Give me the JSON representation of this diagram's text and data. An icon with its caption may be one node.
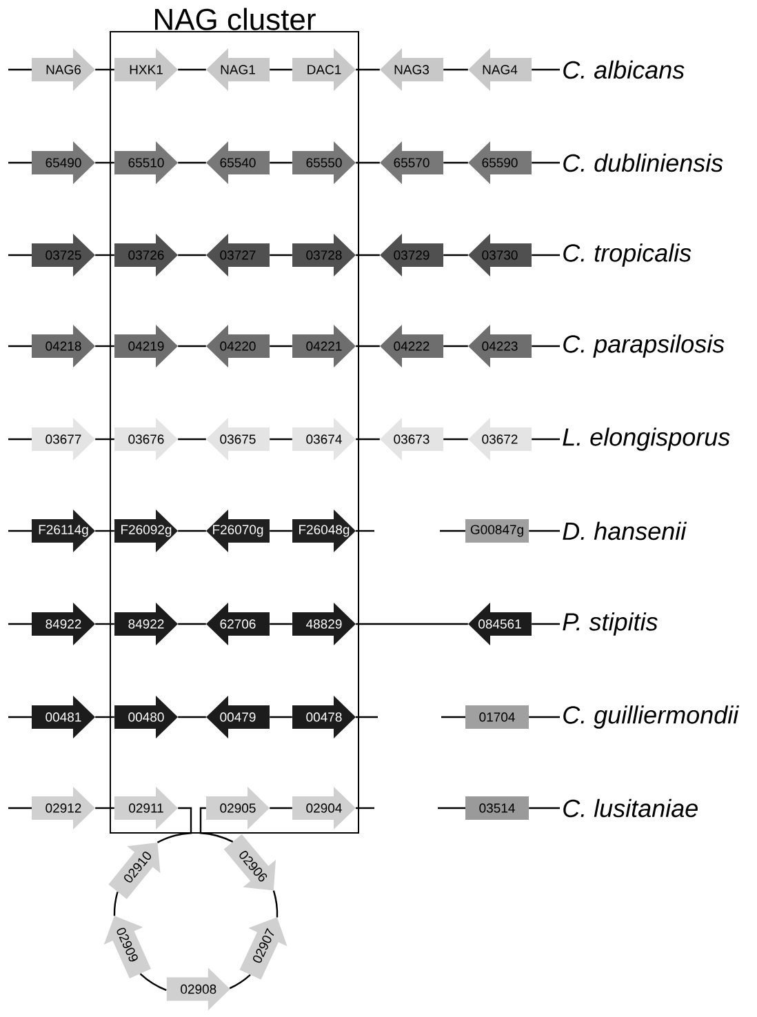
{
  "diagram": {
    "nodes": [
      {
        "text": [
          "NAG cluster"
        ]
      },
      {
        "text": [
          "NAG6"
        ]
      },
      {
        "text": [
          "HXK1"
        ],
        "in": 0
      },
      {
        "text": [
          "NAG1"
        ],
        "in": 0
      },
      {
        "text": [
          "DAC1"
        ],
        "in": 0
      },
      {
        "text": [
          "NAG3"
        ]
      },
      {
        "text": [
          "NAG4"
        ]
      },
      {
        "text": [
          "65490"
        ]
      },
      {
        "text": [
          "65510"
        ],
        "in": 0
      },
      {
        "text": [
          "65540"
        ],
        "in": 0
      },
      {
        "text": [
          "65550"
        ],
        "in": 0
      },
      {
        "text": [
          "65570"
        ]
      },
      {
        "text": [
          "65590"
        ]
      },
      {
        "text": [
          "03725"
        ]
      },
      {
        "text": [
          "03726"
        ],
        "in": 0
      },
      {
        "text": [
          "03727"
        ],
        "in": 0
      },
      {
        "text": [
          "03728"
        ],
        "in": 0
      },
      {
        "text": [
          "03729"
        ]
      },
      {
        "text": [
          "03730"
        ]
      },
      {
        "text": [
          "04218"
        ]
      },
      {
        "text": [
          "04219"
        ],
        "in": 0
      },
      {
        "text": [
          "04220"
        ],
        "in": 0
      },
      {
        "text": [
          "04221"
        ],
        "in": 0
      },
      {
        "text": [
          "04222"
        ]
      },
      {
        "text": [
          "04223"
        ]
      },
      {
        "text": [
          "03677"
        ]
      },
      {
        "text": [
          "03676"
        ],
        "in": 0
      },
      {
        "text": [
          "03675"
        ],
        "in": 0
      },
      {
        "text": [
          "03674"
        ],
        "in": 0
      },
      {
        "text": [
          "03673"
        ]
      },
      {
        "text": [
          "03672"
        ]
      },
      {
        "text": [
          "F26114g"
        ]
      },
      {
        "text": [
          "F26092g"
        ],
        "in": 0
      },
      {
        "text": [
          "F26070g"
        ],
        "in": 0
      },
      {
        "text": [
          "F26048g"
        ],
        "in": 0
      },
      {
        "text": [
          "G00847g"
        ]
      },
      {
        "text": [
          "84922"
        ]
      },
      {
        "text": [
          "84922"
        ],
        "in": 0
      },
      {
        "text": [
          "62706"
        ],
        "in": 0
      },
      {
        "text": [
          "48829"
        ],
        "in": 0
      },
      {
        "text": [
          "084561"
        ]
      },
      {
        "text": [
          "00481"
        ]
      },
      {
        "text": [
          "00480"
        ],
        "in": 0
      },
      {
        "text": [
          "00479"
        ],
        "in": 0
      },
      {
        "text": [
          "00478"
        ],
        "in": 0
      },
      {
        "text": [
          "01704"
        ]
      },
      {
        "text": [
          "02912"
        ]
      },
      {
        "text": [
          "02911"
        ],
        "in": 0
      },
      {
        "text": [
          "02905"
        ],
        "in": 0
      },
      {
        "text": [
          "02904"
        ],
        "in": 0
      },
      {
        "text": [
          "03514"
        ]
      },
      {
        "text": [
          "02910"
        ]
      },
      {
        "text": [
          "02906"
        ]
      },
      {
        "text": [
          "02909"
        ]
      },
      {
        "text": [
          "02907"
        ]
      },
      {
        "text": [
          "02908"
        ]
      },
      {
        "text": [
          "C. albicans"
        ]
      },
      {
        "text": [
          "C. dubliniensis"
        ]
      },
      {
        "text": [
          "C. tropicalis"
        ]
      },
      {
        "text": [
          "C. parapsilosis"
        ]
      },
      {
        "text": [
          "L. elongisporus"
        ]
      },
      {
        "text": [
          "D. hansenii"
        ]
      },
      {
        "text": [
          "P. stipitis"
        ]
      },
      {
        "text": [
          "C. guilliermondii"
        ]
      },
      {
        "text": [
          "C. lusitaniae"
        ]
      }
    ],
    "edges": [
      {
        "from": 1,
        "to": 2,
        "arrow": "none"
      },
      {
        "from": 2,
        "to": 3,
        "arrow": "none"
      },
      {
        "from": 3,
        "to": 4,
        "arrow": "none"
      },
      {
        "from": 4,
        "to": 5,
        "arrow": "none"
      },
      {
        "from": 5,
        "to": 6,
        "arrow": "none"
      },
      {
        "from": 7,
        "to": 8,
        "arrow": "none"
      },
      {
        "from": 8,
        "to": 9,
        "arrow": "none"
      },
      {
        "from": 9,
        "to": 10,
        "arrow": "none"
      },
      {
        "from": 10,
        "to": 11,
        "arrow": "none"
      },
      {
        "from": 11,
        "to": 12,
        "arrow": "none"
      },
      {
        "from": 13,
        "to": 14,
        "arrow": "none"
      },
      {
        "from": 14,
        "to": 15,
        "arrow": "none"
      },
      {
        "from": 15,
        "to": 16,
        "arrow": "none"
      },
      {
        "from": 16,
        "to": 17,
        "arrow": "none"
      },
      {
        "from": 17,
        "to": 18,
        "arrow": "none"
      },
      {
        "from": 19,
        "to": 20,
        "arrow": "none"
      },
      {
        "from": 20,
        "to": 21,
        "arrow": "none"
      },
      {
        "from": 21,
        "to": 22,
        "arrow": "none"
      },
      {
        "from": 22,
        "to": 23,
        "arrow": "none"
      },
      {
        "from": 23,
        "to": 24,
        "arrow": "none"
      },
      {
        "from": 25,
        "to": 26,
        "arrow": "none"
      },
      {
        "from": 26,
        "to": 27,
        "arrow": "none"
      },
      {
        "from": 27,
        "to": 28,
        "arrow": "none"
      },
      {
        "from": 28,
        "to": 29,
        "arrow": "none"
      },
      {
        "from": 29,
        "to": 30,
        "arrow": "none"
      },
      {
        "from": 31,
        "to": 32,
        "arrow": "none"
      },
      {
        "from": 32,
        "to": 33,
        "arrow": "none"
      },
      {
        "from": 33,
        "to": 34,
        "arrow": "none"
      },
      {
        "from": 36,
        "to": 37,
        "arrow": "none"
      },
      {
        "from": 37,
        "to": 38,
        "arrow": "none"
      },
      {
        "from": 38,
        "to": 39,
        "arrow": "none"
      },
      {
        "from": 39,
        "to": 40,
        "arrow": "none"
      },
      {
        "from": 41,
        "to": 42,
        "arrow": "none"
      },
      {
        "from": 42,
        "to": 43,
        "arrow": "none"
      },
      {
        "from": 43,
        "to": 44,
        "arrow": "none"
      },
      {
        "from": 46,
        "to": 47,
        "arrow": "none"
      },
      {
        "from": 48,
        "to": 49,
        "arrow": "none"
      },
      {
        "from": 47,
        "to": 51,
        "arrow": "none"
      },
      {
        "from": 48,
        "to": 52,
        "arrow": "none"
      },
      {
        "from": 51,
        "to": 53,
        "arrow": "none"
      },
      {
        "from": 52,
        "to": 54,
        "arrow": "none"
      },
      {
        "from": 53,
        "to": 55,
        "arrow": "none"
      },
      {
        "from": 54,
        "to": 55,
        "arrow": "none"
      },
      {
        "from": 6,
        "to": 56,
        "arrow": "none"
      },
      {
        "from": 12,
        "to": 57,
        "arrow": "none"
      },
      {
        "from": 18,
        "to": 58,
        "arrow": "none"
      },
      {
        "from": 24,
        "to": 59,
        "arrow": "none"
      },
      {
        "from": 30,
        "to": 60,
        "arrow": "none"
      },
      {
        "from": 35,
        "to": 61,
        "arrow": "none"
      },
      {
        "from": 40,
        "to": 62,
        "arrow": "none"
      },
      {
        "from": 45,
        "to": 63,
        "arrow": "none"
      },
      {
        "from": 50,
        "to": 64,
        "arrow": "none"
      }
    ]
  }
}
